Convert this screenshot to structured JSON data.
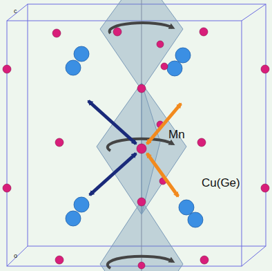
{
  "diagram": {
    "labels": [
      "c",
      "Mn",
      "Cu(Ge)",
      "o"
    ]
  }
}
